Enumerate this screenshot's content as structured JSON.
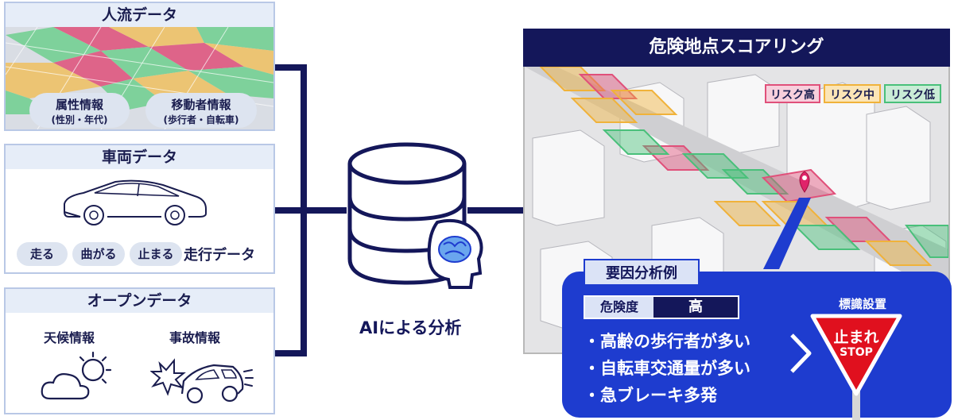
{
  "people_data": {
    "title": "人流データ",
    "pills": [
      {
        "line1": "属性情報",
        "line2": "(性別・年代)"
      },
      {
        "line1": "移動者情報",
        "line2": "(歩行者・自転車)"
      }
    ]
  },
  "vehicle_data": {
    "title": "車両データ",
    "pills": [
      "走る",
      "曲がる",
      "止まる"
    ],
    "label": "走行データ"
  },
  "open_data": {
    "title": "オープンデータ",
    "items": [
      "天候情報",
      "事故情報"
    ]
  },
  "ai": {
    "label": "AIによる分析"
  },
  "scoring": {
    "title": "危険地点スコアリング",
    "legend": [
      {
        "label": "リスク高",
        "color": "#e0507a"
      },
      {
        "label": "リスク中",
        "color": "#f0b23a"
      },
      {
        "label": "リスク低",
        "color": "#49c07a"
      }
    ]
  },
  "analysis": {
    "title": "要因分析例",
    "risk_label": "危険度",
    "risk_value": "高",
    "bullets": [
      "・高齢の歩行者が多い",
      "・自転車交通量が多い",
      "・急ブレーキ多発"
    ],
    "sign_caption": "標識設置",
    "sign_text": "止まれ",
    "sign_sub": "STOP"
  },
  "colors": {
    "navy": "#14175a",
    "blue": "#1e3ccf",
    "panel_border": "#b9c8e6"
  }
}
